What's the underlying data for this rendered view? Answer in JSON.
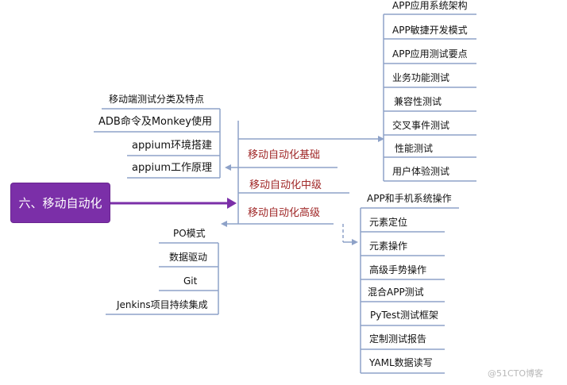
{
  "root": {
    "label": "六、移动自动化"
  },
  "branches": {
    "basic": "移动自动化基础",
    "intermediate": "移动自动化中级",
    "advanced": "移动自动化高级"
  },
  "top_left": [
    "移动端测试分类及特点",
    "ADB命令及Monkey使用",
    "appium环境搭建",
    "appium工作原理"
  ],
  "top_right": [
    "APP应用系统架构",
    "APP敏捷开发模式",
    "APP应用测试要点",
    "业务功能测试",
    "兼容性测试",
    "交叉事件测试",
    "性能测试",
    "用户体验测试"
  ],
  "bottom_left": [
    "PO模式",
    "数据驱动",
    "Git",
    "Jenkins项目持续集成"
  ],
  "bottom_right": [
    "APP和手机系统操作",
    "元素定位",
    "元素操作",
    "高级手势操作",
    "混合APP测试",
    "PyTest测试框架",
    "定制测试报告",
    "YAML数据读写"
  ],
  "watermark": "@51CTO博客"
}
